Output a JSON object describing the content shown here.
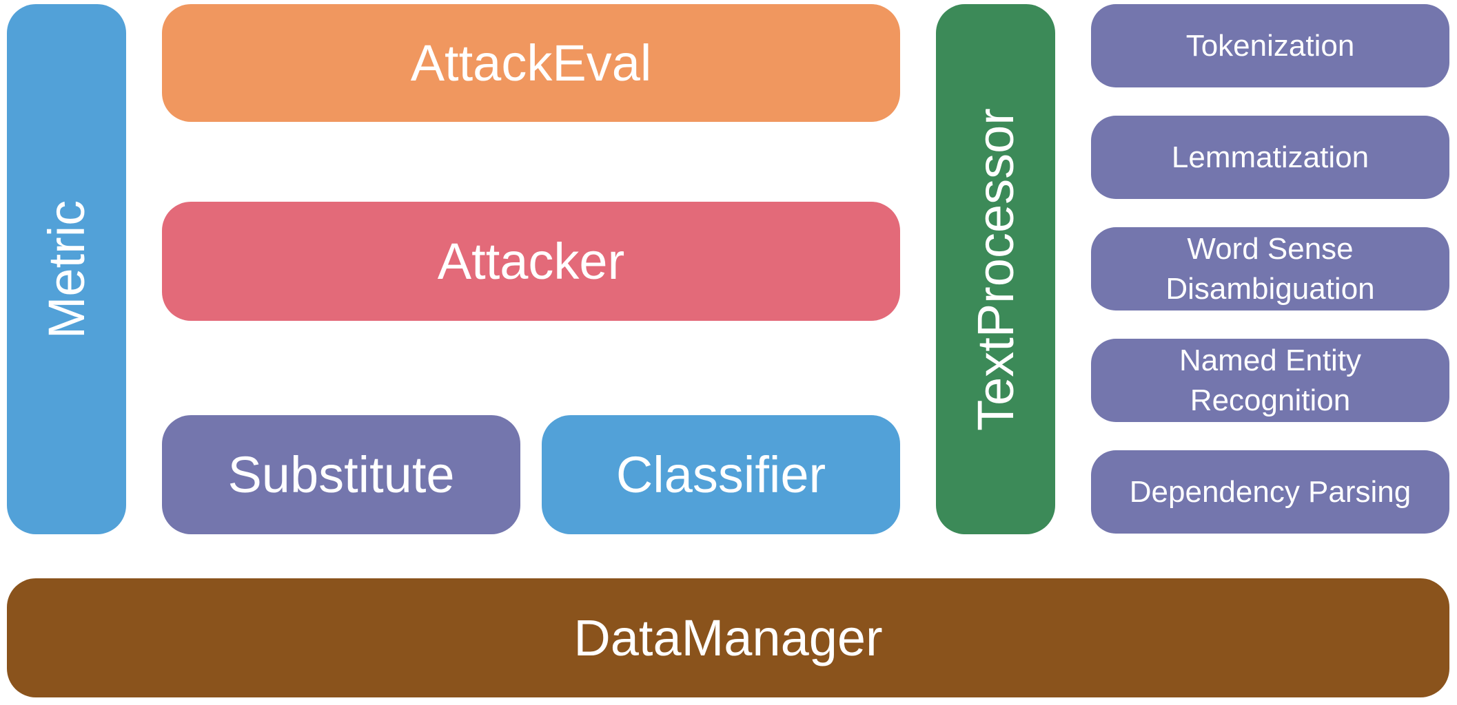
{
  "colors": {
    "metric": "#52a1d8",
    "attackeval": "#f0975f",
    "attacker": "#e36a79",
    "substitute": "#7476ad",
    "classifier": "#52a1d8",
    "textprocessor": "#3c8a58",
    "tools": "#7476ad",
    "datamanager": "#8a531c",
    "text": "#ffffff"
  },
  "left_column": {
    "metric": "Metric"
  },
  "core": {
    "attackeval": "AttackEval",
    "attacker": "Attacker",
    "substitute": "Substitute",
    "classifier": "Classifier"
  },
  "text_processor": {
    "title": "TextProcessor",
    "tools": [
      {
        "lines": [
          "Tokenization"
        ]
      },
      {
        "lines": [
          "Lemmatization"
        ]
      },
      {
        "lines": [
          "Word Sense",
          "Disambiguation"
        ]
      },
      {
        "lines": [
          "Named Entity",
          "Recognition"
        ]
      },
      {
        "lines": [
          "Dependency Parsing"
        ]
      }
    ]
  },
  "base": {
    "datamanager": "DataManager"
  }
}
